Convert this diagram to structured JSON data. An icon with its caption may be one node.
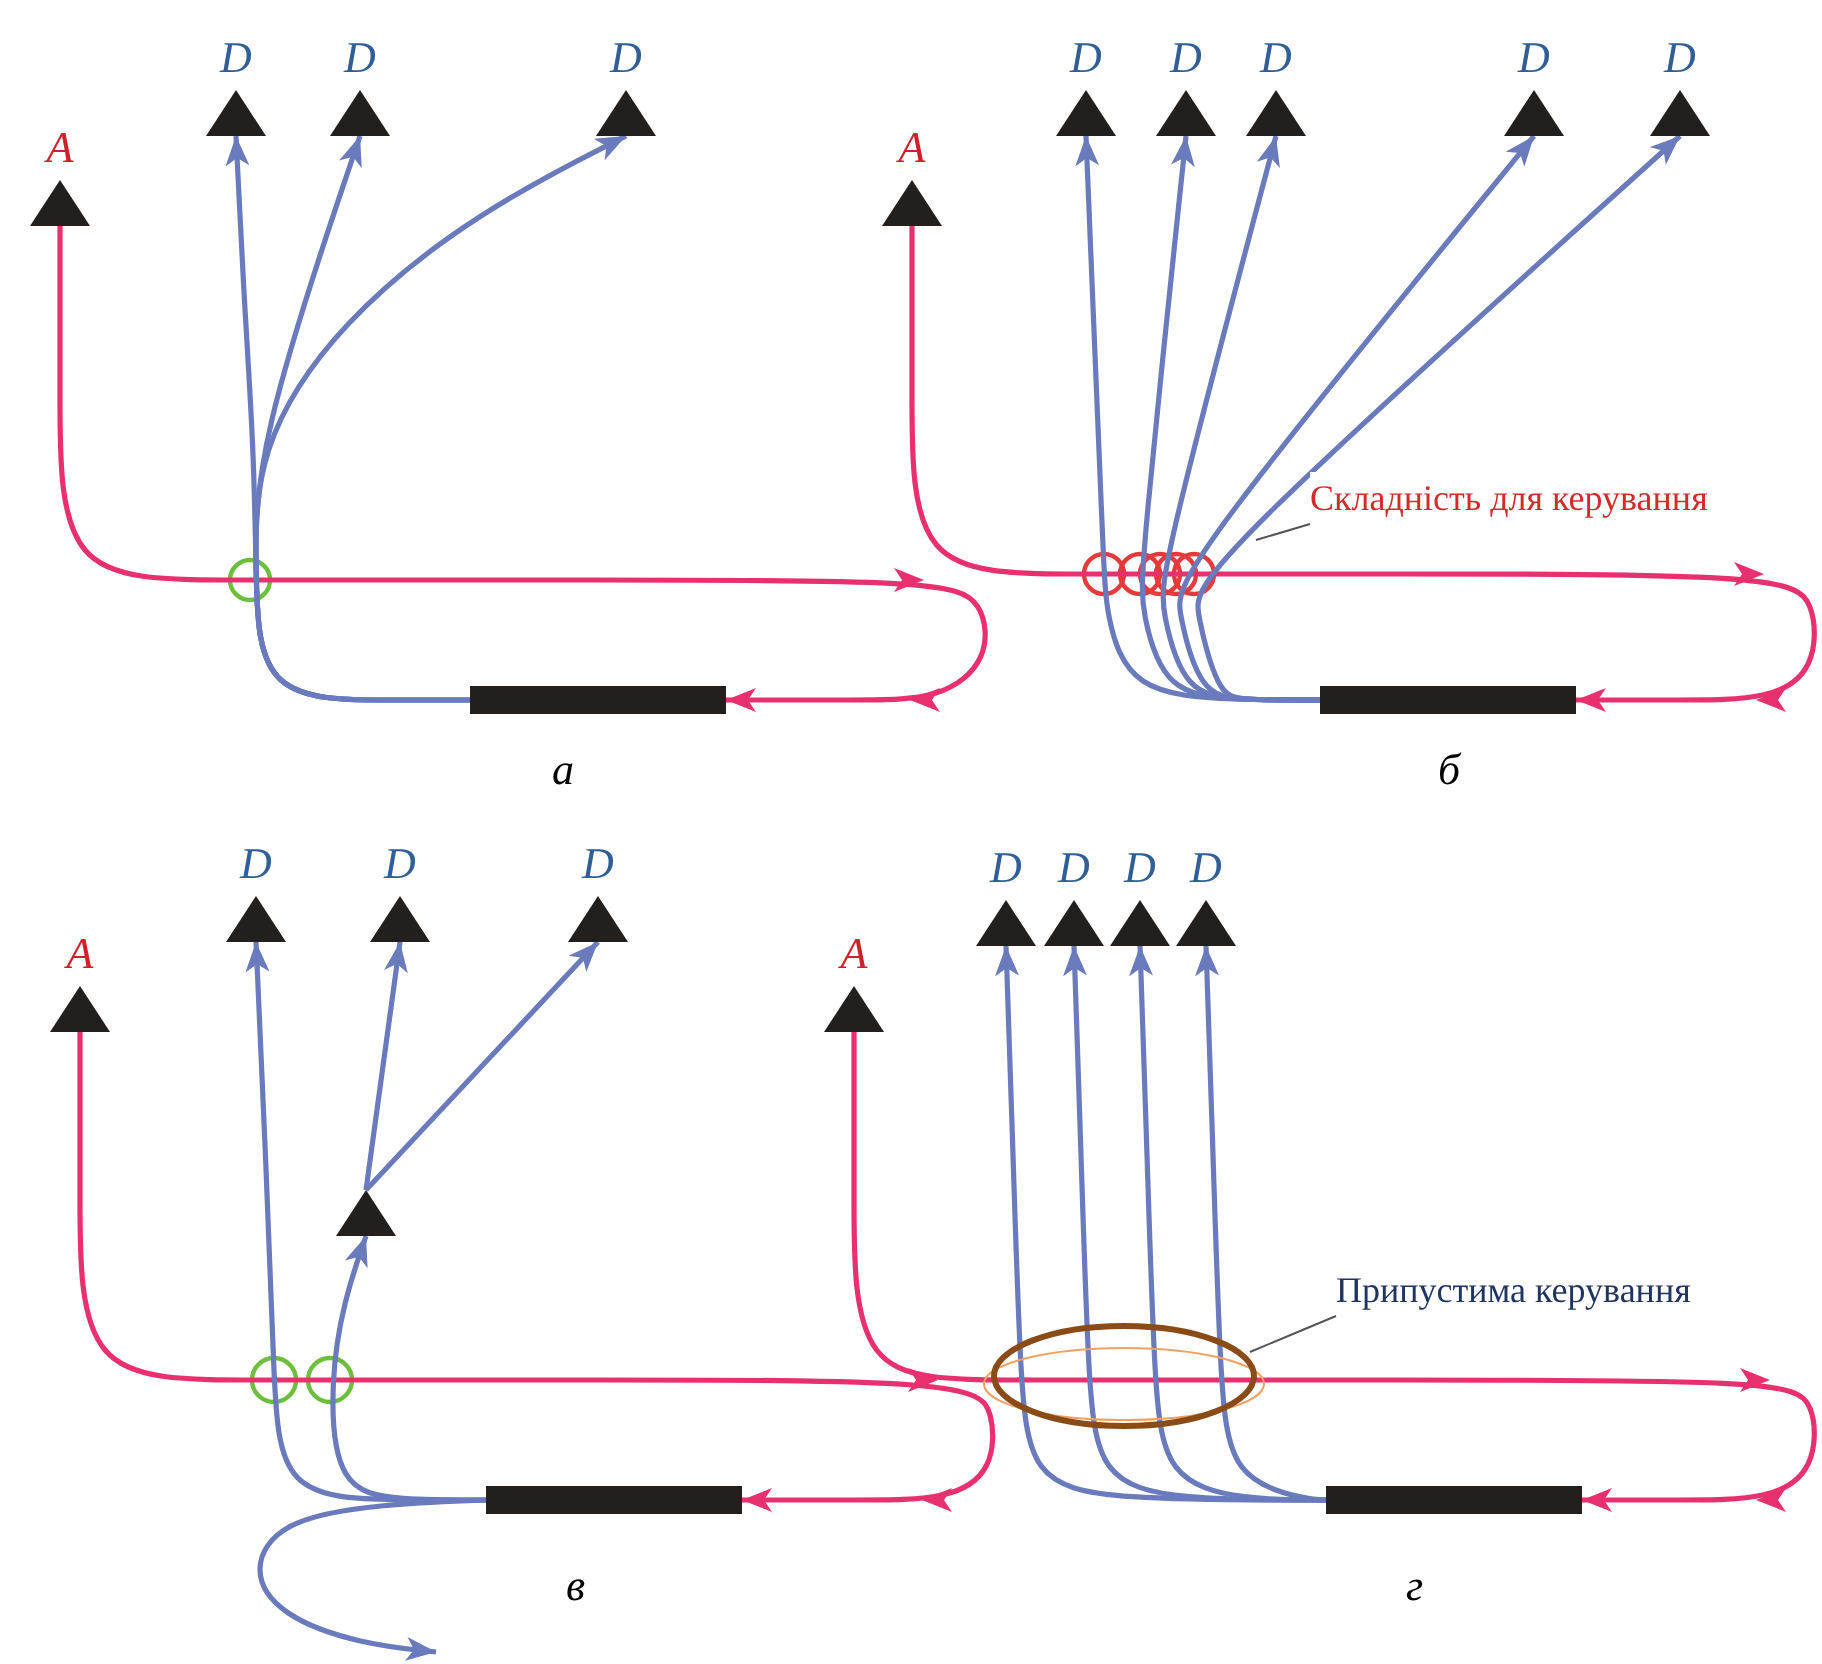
{
  "diagram": {
    "nodes": [
      {
        "text": [
          "A"
        ]
      },
      {
        "text": [
          "D"
        ]
      },
      {
        "text": [
          "D"
        ]
      },
      {
        "text": [
          "D"
        ]
      },
      {
        "text": [],
        "shape": "bar"
      },
      {
        "text": [
          "A"
        ]
      },
      {
        "text": [
          "D"
        ]
      },
      {
        "text": [
          "D"
        ]
      },
      {
        "text": [
          "D"
        ]
      },
      {
        "text": [
          "D"
        ]
      },
      {
        "text": [
          "D"
        ]
      },
      {
        "text": [],
        "shape": "bar"
      },
      {
        "text": [
          "Складність для керування"
        ]
      },
      {
        "text": [
          "A"
        ]
      },
      {
        "text": [
          "D"
        ]
      },
      {
        "text": [
          "D"
        ]
      },
      {
        "text": [
          "D"
        ]
      },
      {
        "text": [],
        "shape": "triangle"
      },
      {
        "text": [],
        "shape": "bar"
      },
      {
        "text": [
          "A"
        ]
      },
      {
        "text": [
          "D"
        ]
      },
      {
        "text": [
          "D"
        ]
      },
      {
        "text": [
          "D"
        ]
      },
      {
        "text": [
          "D"
        ]
      },
      {
        "text": [
          "Припустима керування"
        ]
      },
      {
        "text": [],
        "shape": "bar"
      }
    ],
    "edges": [
      {
        "from": 0,
        "to": 4,
        "arrow": "to",
        "color": "#e8306f"
      },
      {
        "from": 4,
        "to": 1,
        "arrow": "to"
      },
      {
        "from": 4,
        "to": 2,
        "arrow": "to"
      },
      {
        "from": 4,
        "to": 3,
        "arrow": "to"
      },
      {
        "from": 5,
        "to": 11,
        "arrow": "to",
        "color": "#e8306f"
      },
      {
        "from": 11,
        "to": 6,
        "arrow": "to"
      },
      {
        "from": 11,
        "to": 7,
        "arrow": "to"
      },
      {
        "from": 11,
        "to": 8,
        "arrow": "to"
      },
      {
        "from": 11,
        "to": 9,
        "arrow": "to"
      },
      {
        "from": 11,
        "to": 10,
        "arrow": "to"
      },
      {
        "from": 12,
        "to": null,
        "arrow": "none",
        "color": "#555555"
      },
      {
        "from": 13,
        "to": 18,
        "arrow": "to",
        "color": "#e8306f"
      },
      {
        "from": 18,
        "to": 14,
        "arrow": "to"
      },
      {
        "from": 18,
        "to": 17,
        "arrow": "to"
      },
      {
        "from": 17,
        "to": 15,
        "arrow": "to"
      },
      {
        "from": 17,
        "to": 16,
        "arrow": "to"
      },
      {
        "from": 18,
        "to": null,
        "arrow": "to"
      },
      {
        "from": 19,
        "to": 25,
        "arrow": "to",
        "color": "#e8306f"
      },
      {
        "from": 25,
        "to": 20,
        "arrow": "to"
      },
      {
        "from": 25,
        "to": 21,
        "arrow": "to"
      },
      {
        "from": 25,
        "to": 22,
        "arrow": "to"
      },
      {
        "from": 25,
        "to": 23,
        "arrow": "to"
      },
      {
        "from": 24,
        "to": null,
        "arrow": "none",
        "color": "#555555"
      }
    ],
    "labels": [
      "а",
      "б",
      "в",
      "г"
    ]
  }
}
